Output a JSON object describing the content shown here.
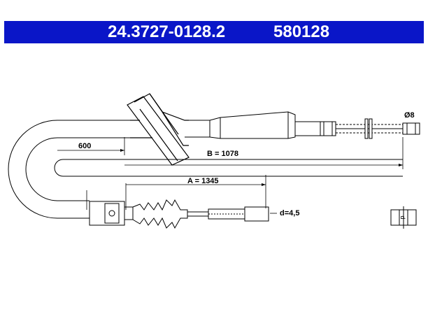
{
  "header": {
    "part_number": "24.3727-0128.2",
    "code": "580128",
    "background": "#0a16c8",
    "text_color": "#ffffff"
  },
  "dimensions": {
    "a": "A = 1345",
    "b": "B = 1078",
    "bend": "600",
    "diameter": "Ø8",
    "d": "d=4,5"
  },
  "legend_icon": "d"
}
